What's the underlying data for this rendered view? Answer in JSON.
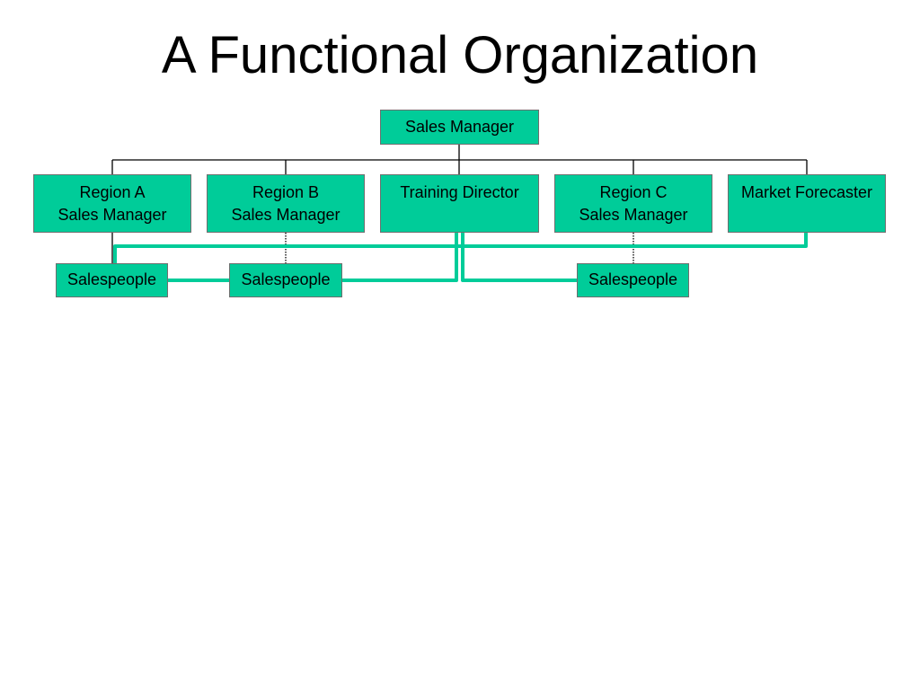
{
  "title": "A Functional Organization",
  "colors": {
    "box_fill": "#00cc99",
    "staff_line": "#00cc99",
    "line": "#000000",
    "border": "#6f6f6f"
  },
  "chart": {
    "top": {
      "label": "Sales Manager"
    },
    "second_level": [
      {
        "line1": "Region A",
        "line2": "Sales Manager"
      },
      {
        "line1": "Region B",
        "line2": "Sales Manager"
      },
      {
        "line1": "Training Director",
        "line2": ""
      },
      {
        "line1": "Region C",
        "line2": "Sales Manager"
      },
      {
        "line1": "Market Forecaster",
        "line2": ""
      }
    ],
    "third_level": [
      {
        "label": "Salespeople"
      },
      {
        "label": "Salespeople"
      },
      {
        "label": "Salespeople"
      }
    ]
  }
}
